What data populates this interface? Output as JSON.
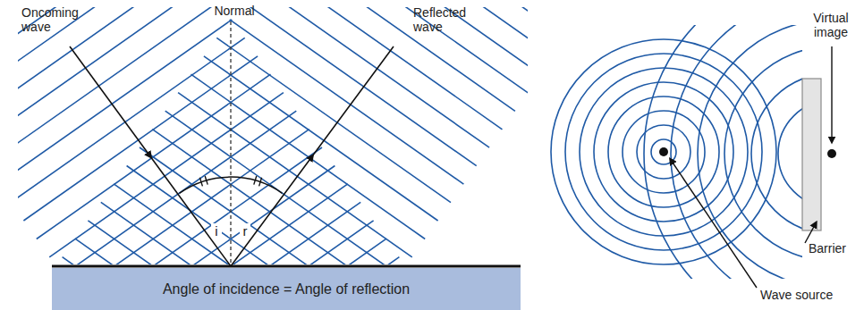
{
  "diagram": {
    "nodes": [
      {
        "text": [
          "Angle of incidence = Angle of reflection"
        ]
      }
    ],
    "labels": [
      "Oncoming wave",
      "Normal",
      "Reflected wave",
      "i",
      "r",
      "Virtual image",
      "Barrier",
      "Wave source"
    ]
  }
}
